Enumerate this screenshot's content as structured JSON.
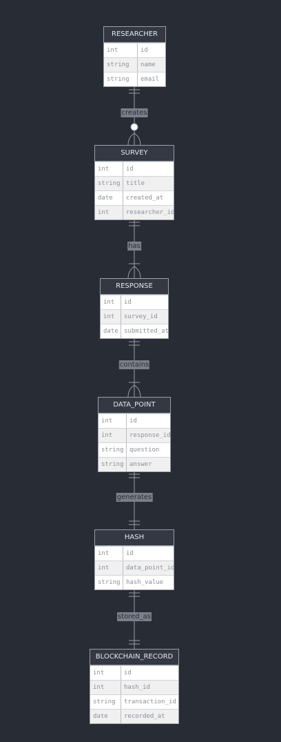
{
  "entities": [
    {
      "name": "RESEARCHER",
      "attributes": [
        {
          "type": "int",
          "name": "id"
        },
        {
          "type": "string",
          "name": "name"
        },
        {
          "type": "string",
          "name": "email"
        }
      ]
    },
    {
      "name": "SURVEY",
      "attributes": [
        {
          "type": "int",
          "name": "id"
        },
        {
          "type": "string",
          "name": "title"
        },
        {
          "type": "date",
          "name": "created_at"
        },
        {
          "type": "int",
          "name": "researcher_id"
        }
      ]
    },
    {
      "name": "RESPONSE",
      "attributes": [
        {
          "type": "int",
          "name": "id"
        },
        {
          "type": "int",
          "name": "survey_id"
        },
        {
          "type": "date",
          "name": "submitted_at"
        }
      ]
    },
    {
      "name": "DATA_POINT",
      "attributes": [
        {
          "type": "int",
          "name": "id"
        },
        {
          "type": "int",
          "name": "response_id"
        },
        {
          "type": "string",
          "name": "question"
        },
        {
          "type": "string",
          "name": "answer"
        }
      ]
    },
    {
      "name": "HASH",
      "attributes": [
        {
          "type": "int",
          "name": "id"
        },
        {
          "type": "int",
          "name": "data_point_id"
        },
        {
          "type": "string",
          "name": "hash_value"
        }
      ]
    },
    {
      "name": "BLOCKCHAIN_RECORD",
      "attributes": [
        {
          "type": "int",
          "name": "id"
        },
        {
          "type": "int",
          "name": "hash_id"
        },
        {
          "type": "string",
          "name": "transaction_id"
        },
        {
          "type": "date",
          "name": "recorded_at"
        }
      ]
    }
  ],
  "relationships": [
    {
      "from": "RESEARCHER",
      "to": "SURVEY",
      "label": "creates",
      "from_cardinality": "exactly-one",
      "to_cardinality": "zero-or-many"
    },
    {
      "from": "SURVEY",
      "to": "RESPONSE",
      "label": "has",
      "from_cardinality": "exactly-one",
      "to_cardinality": "one-or-many"
    },
    {
      "from": "RESPONSE",
      "to": "DATA_POINT",
      "label": "contains",
      "from_cardinality": "exactly-one",
      "to_cardinality": "one-or-many"
    },
    {
      "from": "DATA_POINT",
      "to": "HASH",
      "label": "generates",
      "from_cardinality": "exactly-one",
      "to_cardinality": "exactly-one"
    },
    {
      "from": "HASH",
      "to": "BLOCKCHAIN_RECORD",
      "label": "stored_as",
      "from_cardinality": "exactly-one",
      "to_cardinality": "exactly-one"
    }
  ],
  "colors": {
    "background": "#282c34",
    "header": "#343843",
    "line": "#9aa0a8",
    "label_bg": "#7a7f8a"
  }
}
